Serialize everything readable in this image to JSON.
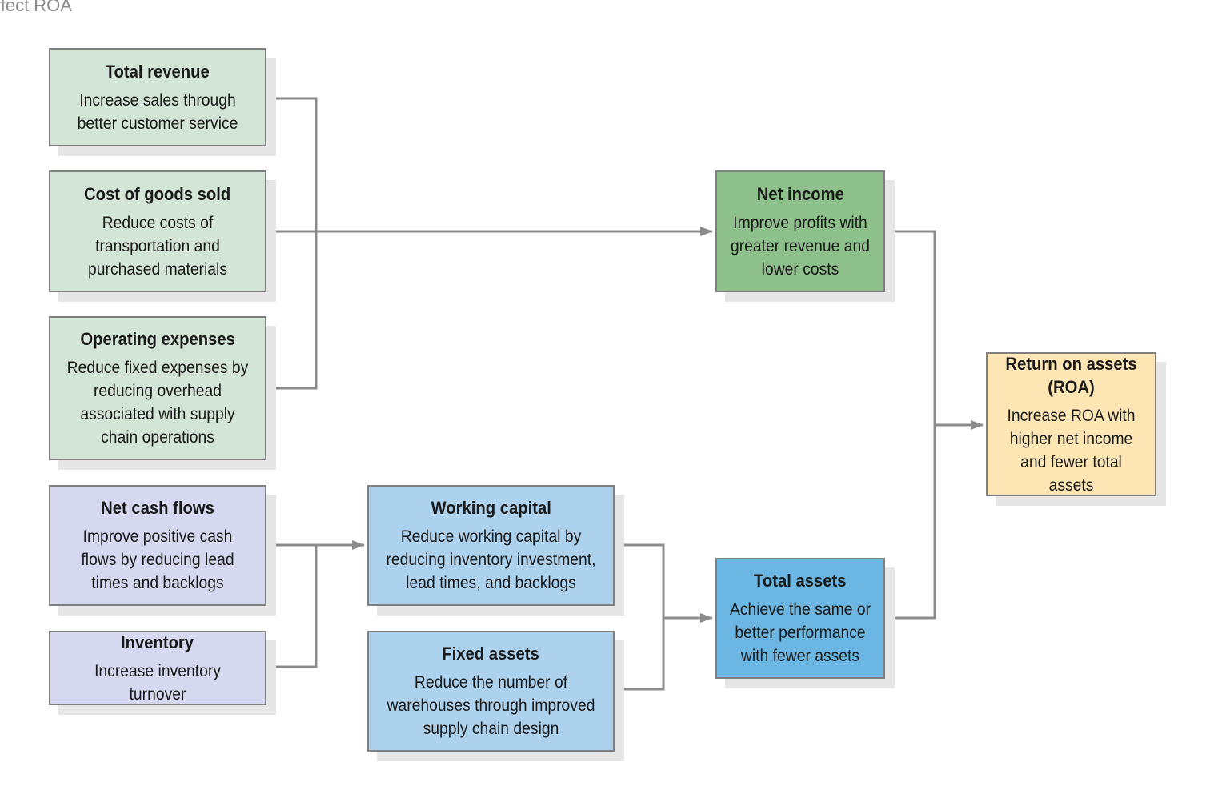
{
  "caption": "ffect ROA",
  "colors": {
    "light_green": "#d3e5d6",
    "dark_green": "#8ec08b",
    "lavender": "#d6d8ef",
    "light_blue": "#acd2ee",
    "medium_blue": "#6bb6e3",
    "yellow": "#fde6b4",
    "connector": "#8c8c8c"
  },
  "boxes": {
    "total_revenue": {
      "title": "Total revenue",
      "desc": "Increase sales through better customer service"
    },
    "cogs": {
      "title": "Cost of goods sold",
      "desc": "Reduce costs of transportation and purchased materials"
    },
    "opex": {
      "title": "Operating expenses",
      "desc": "Reduce fixed expenses by reducing overhead associated with supply chain operations"
    },
    "net_cash_flows": {
      "title": "Net cash flows",
      "desc": "Improve positive cash flows by reducing lead times and backlogs"
    },
    "inventory": {
      "title": "Inventory",
      "desc": "Increase inventory turnover"
    },
    "working_capital": {
      "title": "Working capital",
      "desc": "Reduce working capital by reducing inventory investment, lead times, and backlogs"
    },
    "fixed_assets": {
      "title": "Fixed assets",
      "desc": "Reduce the number of warehouses through improved supply chain design"
    },
    "net_income": {
      "title": "Net income",
      "desc": "Improve profits with greater revenue and lower costs"
    },
    "total_assets": {
      "title": "Total assets",
      "desc": "Achieve the same or better performance with fewer assets"
    },
    "roa": {
      "title": "Return on assets (ROA)",
      "desc": "Increase ROA with higher net income and fewer total assets"
    }
  }
}
